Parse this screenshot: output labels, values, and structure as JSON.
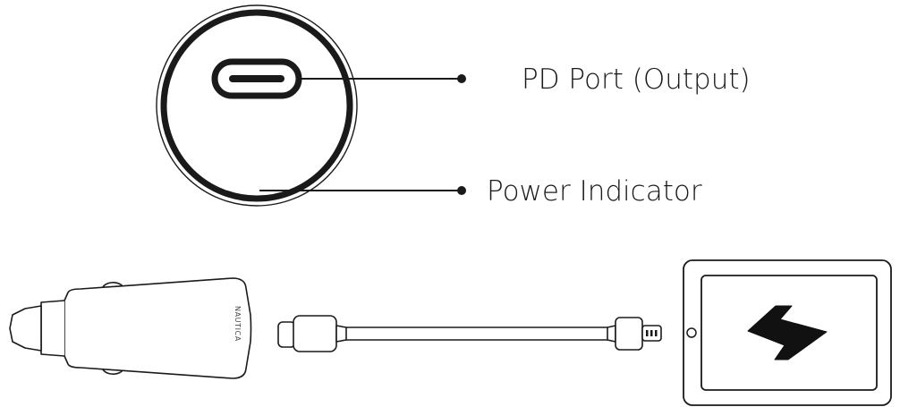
{
  "callouts": {
    "pd_port": "PD Port (Output)",
    "power_indicator": "Power Indicator"
  },
  "charger": {
    "brand": "NAUTICA"
  },
  "icons": {
    "tablet_screen": "lightning-bolt-icon",
    "tablet_button": "home-button-icon"
  },
  "colors": {
    "line": "#1a1a1a",
    "background": "#ffffff"
  }
}
